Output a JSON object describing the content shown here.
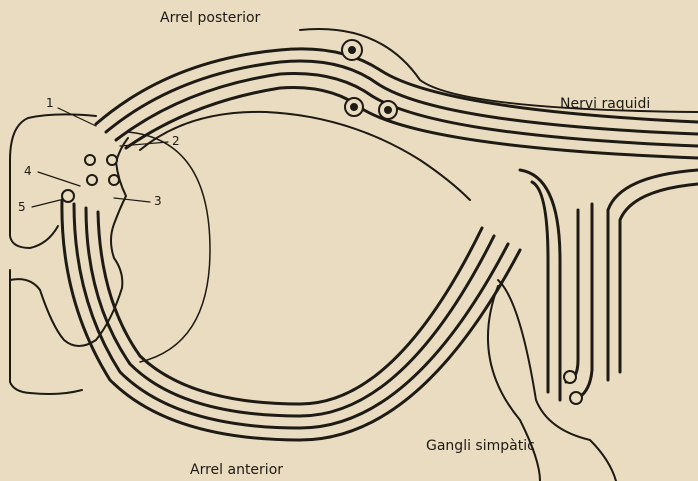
{
  "labels": {
    "posterior_root": "Arrel posterior",
    "spinal_nerves": "Nervi raquidi",
    "sympathetic_ganglion": "Gangli simpàtic",
    "anterior_root": "Arrel anterior"
  },
  "markers": [
    "1",
    "2",
    "3",
    "4",
    "5"
  ],
  "colors": {
    "ink": "#1e1a14",
    "paper": "#e9dcc0"
  }
}
